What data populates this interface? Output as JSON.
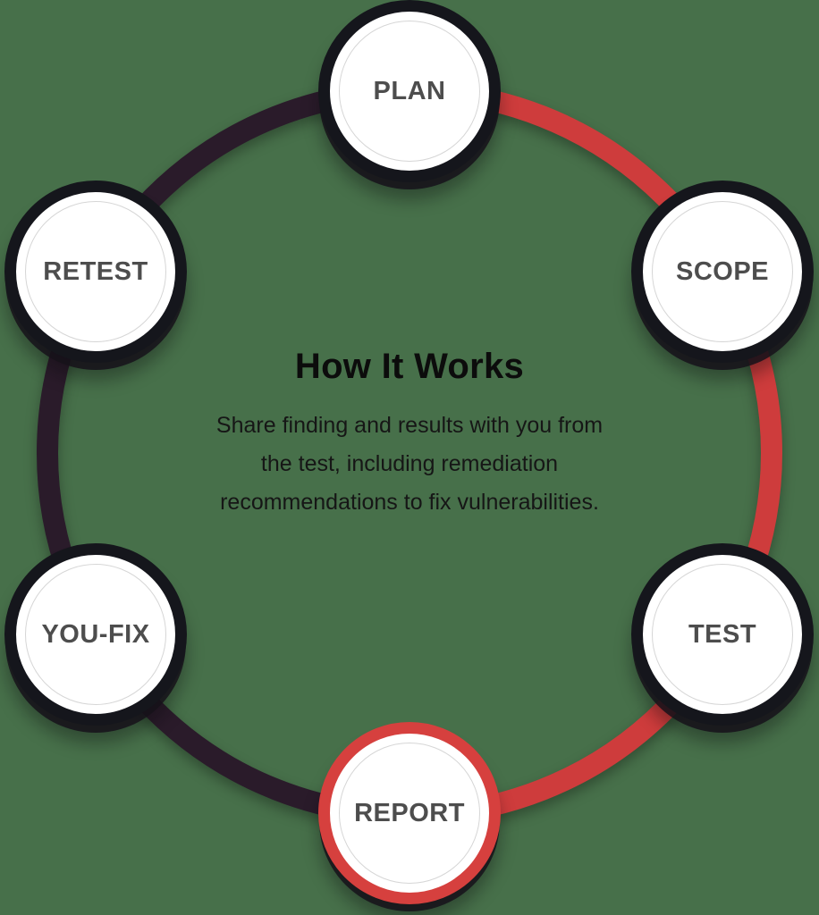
{
  "diagram": {
    "title": "How It Works",
    "description": "Share finding and results with you from the test, including remediation recommendations to fix vulnerabilities.",
    "description_lines": [
      "Share finding and results with you from",
      "the test, including remediation",
      "recommendations to fix vulnerabilities."
    ],
    "steps": [
      {
        "label": "PLAN",
        "position": "top",
        "ring_color": "dark"
      },
      {
        "label": "SCOPE",
        "position": "top-right",
        "ring_color": "dark"
      },
      {
        "label": "TEST",
        "position": "bottom-right",
        "ring_color": "dark"
      },
      {
        "label": "REPORT",
        "position": "bottom",
        "ring_color": "red"
      },
      {
        "label": "YOU-FIX",
        "position": "bottom-left",
        "ring_color": "dark"
      },
      {
        "label": "RETEST",
        "position": "top-left",
        "ring_color": "dark"
      }
    ],
    "colors": {
      "background": "#47704a",
      "arc_red": "#ce3c3c",
      "arc_dark": "#2a1b2a",
      "node_border_dark": "#15161c",
      "node_border_red": "#d6403e",
      "label_text": "#4d4d4d",
      "title_text": "#0c0c0c"
    }
  }
}
